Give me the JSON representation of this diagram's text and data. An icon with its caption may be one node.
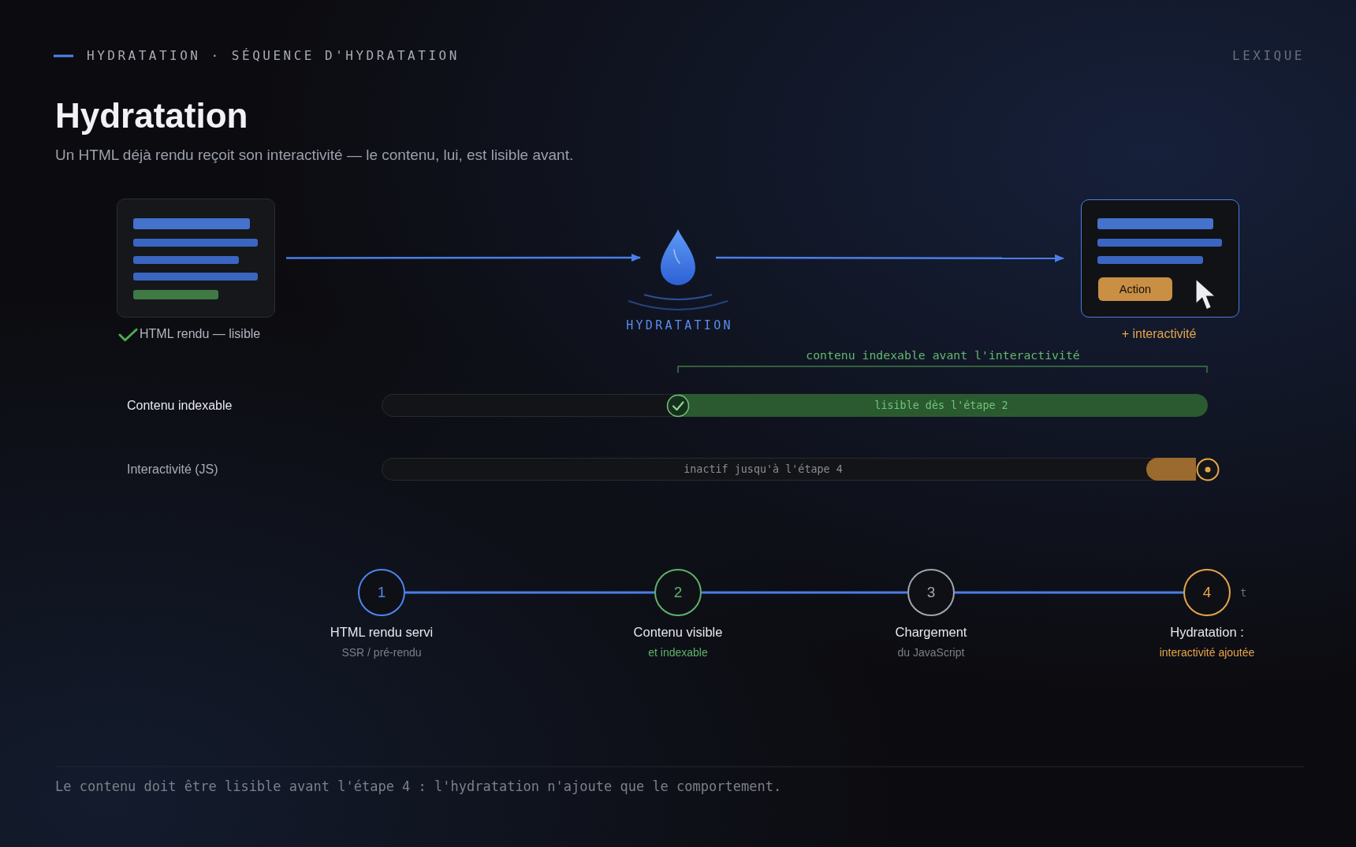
{
  "diagram": {
    "title": "Hydratation",
    "caption": "Le contenu doit être lisible avant l'étape 4 : l'hydratation n'ajoute que le comportement.",
    "nodes": [
      {
        "text": [],
        "shape": "picture",
        "beside": [
          "HTML rendu — lisible"
        ]
      },
      {
        "text": [],
        "shape": "picture",
        "beside": [
          "HYDRATATION"
        ]
      },
      {
        "text": [],
        "shape": "picture",
        "beside": [
          "+ interactivité"
        ]
      },
      {
        "text": [
          "Action"
        ],
        "in": 2
      },
      {
        "text": [
          "lisible dès l'étape 2"
        ]
      },
      {
        "text": [
          "inactif jusqu'à l'étape 4"
        ]
      },
      {
        "text": [
          "1"
        ],
        "beside": [
          "HTML rendu servi",
          "SSR / pré-rendu"
        ]
      },
      {
        "text": [
          "2"
        ],
        "beside": [
          "Contenu visible",
          "et indexable"
        ]
      },
      {
        "text": [
          "3"
        ],
        "beside": [
          "Chargement",
          "du JavaScript"
        ]
      },
      {
        "text": [
          "4"
        ],
        "beside": [
          "Hydratation :",
          "interactivité ajoutée"
        ]
      }
    ],
    "edges": [
      {
        "from": 0,
        "to": 1,
        "arrow": "to"
      },
      {
        "from": 1,
        "to": 2,
        "arrow": "to"
      },
      {
        "from": 6,
        "to": 7,
        "arrow": "none"
      },
      {
        "from": 7,
        "to": 8,
        "arrow": "none"
      },
      {
        "from": 8,
        "to": 9,
        "arrow": "none"
      }
    ],
    "labels": [
      "HYDRATATION · SÉQUENCE D'HYDRATATION",
      "LEXIQUE",
      "Un HTML déjà rendu reçoit son interactivité — le contenu, lui, est lisible avant.",
      "contenu indexable avant l'interactivité",
      "Contenu indexable",
      "Interactivité (JS)",
      "t"
    ]
  }
}
